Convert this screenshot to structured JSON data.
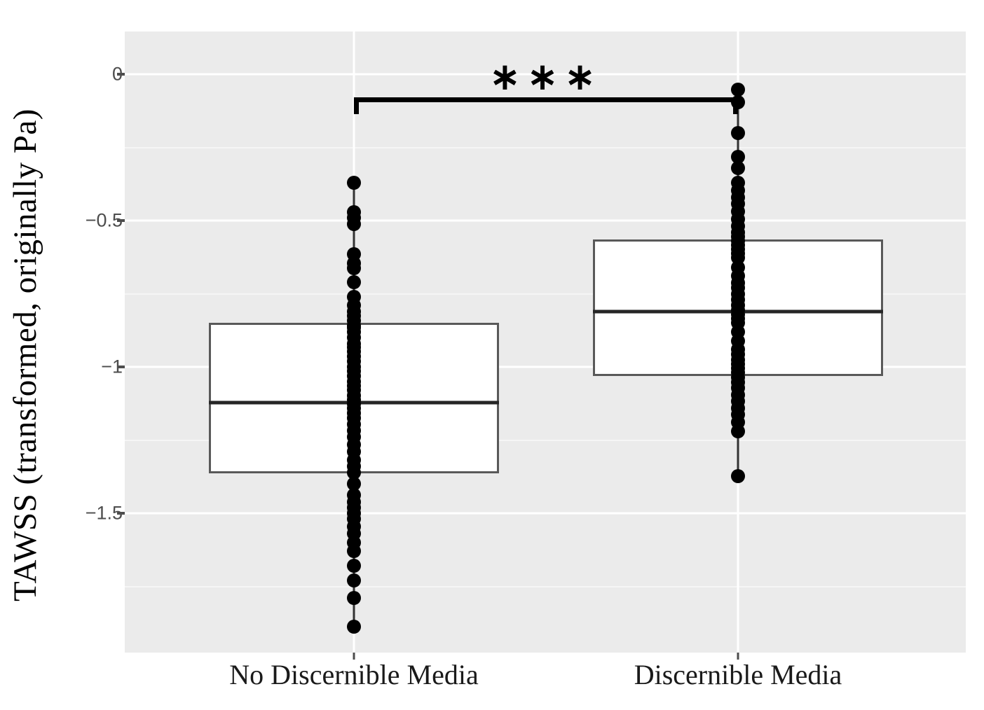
{
  "chart_data": {
    "type": "box",
    "title": "",
    "xlabel": "",
    "ylabel": "TAWSS  (transformed, originally Pa)",
    "categories": [
      "No Discernible Media",
      "Discernible Media"
    ],
    "ylim": [
      -1.88,
      0.1
    ],
    "yticks": [
      0,
      -0.5,
      -1,
      -1.5
    ],
    "ytick_labels": [
      "0",
      "−0.5",
      "−1",
      "−1.5"
    ],
    "minor_gridlines": [
      -0.25,
      -0.75,
      -1.25,
      -1.75
    ],
    "grid": true,
    "legend": "none",
    "panel_background": "#ebebeb",
    "gridline_color": "#ffffff",
    "box_fill": "#ffffff",
    "box_border": "#595959",
    "point_color": "#000000",
    "series": [
      {
        "name": "No Discernible Media",
        "q1": -1.363,
        "median": -1.122,
        "q3": -0.85,
        "whisker_low": -1.888,
        "whisker_high": -0.372,
        "points": [
          -0.372,
          -0.471,
          -0.49,
          -0.512,
          -0.615,
          -0.646,
          -0.663,
          -0.711,
          -0.76,
          -0.79,
          -0.81,
          -0.826,
          -0.843,
          -0.858,
          -0.867,
          -0.88,
          -0.9,
          -0.92,
          -0.932,
          -0.948,
          -0.963,
          -0.982,
          -1.0,
          -1.015,
          -1.032,
          -1.05,
          -1.064,
          -1.08,
          -1.097,
          -1.112,
          -1.126,
          -1.14,
          -1.158,
          -1.175,
          -1.196,
          -1.218,
          -1.24,
          -1.265,
          -1.29,
          -1.318,
          -1.34,
          -1.362,
          -1.4,
          -1.438,
          -1.462,
          -1.48,
          -1.5,
          -1.52,
          -1.545,
          -1.57,
          -1.6,
          -1.63,
          -1.68,
          -1.73,
          -1.79,
          -1.888
        ]
      },
      {
        "name": "Discernible Media",
        "q1": -1.03,
        "median": -0.812,
        "q3": -0.564,
        "whisker_low": -1.374,
        "whisker_high": -0.053,
        "points": [
          -0.053,
          -0.095,
          -0.2,
          -0.282,
          -0.32,
          -0.372,
          -0.398,
          -0.42,
          -0.443,
          -0.47,
          -0.495,
          -0.52,
          -0.54,
          -0.556,
          -0.57,
          -0.584,
          -0.598,
          -0.612,
          -0.626,
          -0.66,
          -0.69,
          -0.712,
          -0.73,
          -0.75,
          -0.77,
          -0.79,
          -0.806,
          -0.82,
          -0.836,
          -0.85,
          -0.88,
          -0.912,
          -0.94,
          -0.958,
          -0.975,
          -0.99,
          -1.005,
          -1.02,
          -1.036,
          -1.052,
          -1.072,
          -1.095,
          -1.118,
          -1.14,
          -1.162,
          -1.19,
          -1.22,
          -1.374
        ]
      }
    ],
    "annotation": {
      "label": "✳✳✳",
      "stars_text": "∗∗∗",
      "from_category": "No Discernible Media",
      "to_category": "Discernible Media",
      "bracket_y": -0.08,
      "meaning": "significant"
    }
  }
}
